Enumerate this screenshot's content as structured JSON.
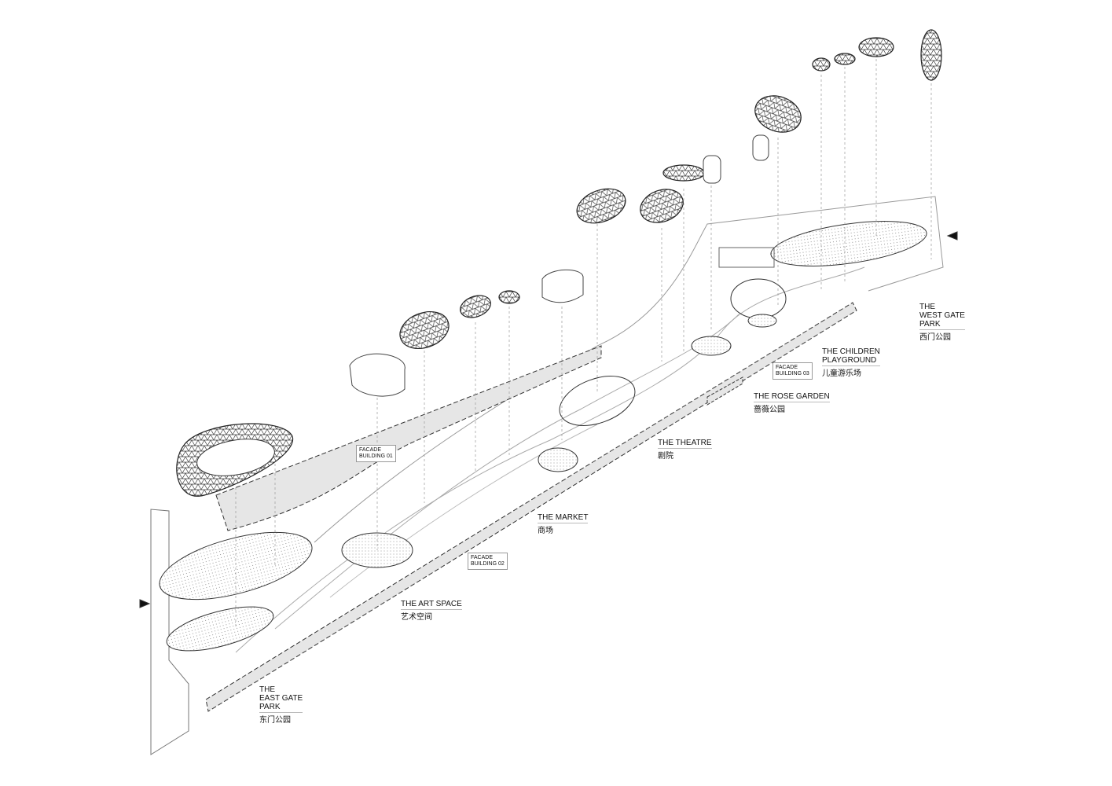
{
  "zones": [
    {
      "en": "THE\nEAST GATE\nPARK",
      "cn": "东门公园"
    },
    {
      "en": "THE ART SPACE",
      "cn": "艺术空间"
    },
    {
      "en": "THE MARKET",
      "cn": "商场"
    },
    {
      "en": "THE THEATRE",
      "cn": "剧院"
    },
    {
      "en": "THE ROSE GARDEN",
      "cn": "蔷薇公园"
    },
    {
      "en": "THE CHILDREN\nPLAYGROUND",
      "cn": "儿童游乐场"
    },
    {
      "en": "THE\nWEST GATE\nPARK",
      "cn": "西门公园"
    }
  ],
  "facades": [
    "FACADE\nBUILDING 01",
    "FACADE\nBUILDING 02",
    "FACADE\nBUILDING 03"
  ],
  "colors": {
    "line": "#333333",
    "fill": "#e6e6e6",
    "hatch": "#555555"
  }
}
